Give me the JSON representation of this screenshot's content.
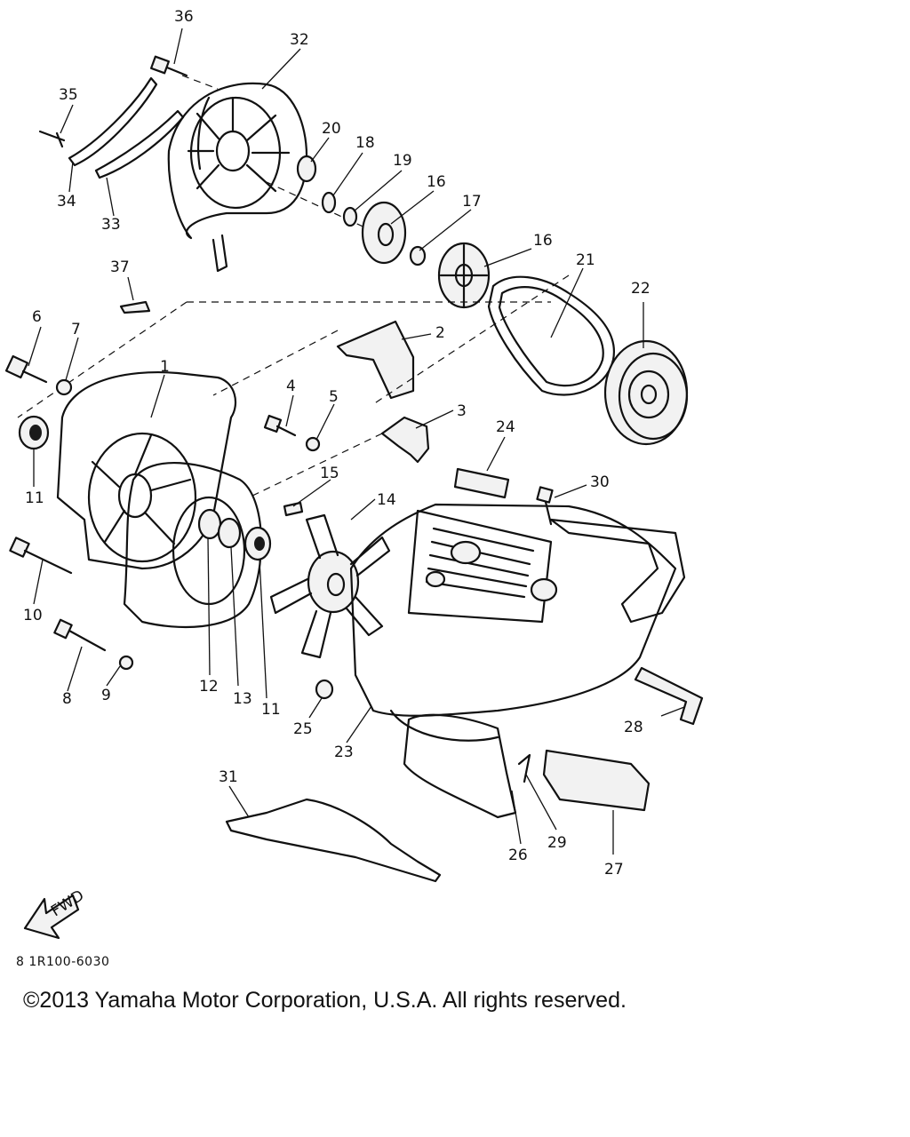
{
  "diagram": {
    "callouts": [
      {
        "id": "36",
        "label": "36"
      },
      {
        "id": "32",
        "label": "32"
      },
      {
        "id": "35",
        "label": "35"
      },
      {
        "id": "20",
        "label": "20"
      },
      {
        "id": "18",
        "label": "18"
      },
      {
        "id": "19",
        "label": "19"
      },
      {
        "id": "16a",
        "label": "16"
      },
      {
        "id": "17",
        "label": "17"
      },
      {
        "id": "16b",
        "label": "16"
      },
      {
        "id": "34",
        "label": "34"
      },
      {
        "id": "33",
        "label": "33"
      },
      {
        "id": "21",
        "label": "21"
      },
      {
        "id": "22",
        "label": "22"
      },
      {
        "id": "37",
        "label": "37"
      },
      {
        "id": "6",
        "label": "6"
      },
      {
        "id": "7",
        "label": "7"
      },
      {
        "id": "2",
        "label": "2"
      },
      {
        "id": "1",
        "label": "1"
      },
      {
        "id": "4",
        "label": "4"
      },
      {
        "id": "5",
        "label": "5"
      },
      {
        "id": "3",
        "label": "3"
      },
      {
        "id": "24",
        "label": "24"
      },
      {
        "id": "11a",
        "label": "11"
      },
      {
        "id": "15",
        "label": "15"
      },
      {
        "id": "14",
        "label": "14"
      },
      {
        "id": "30",
        "label": "30"
      },
      {
        "id": "10",
        "label": "10"
      },
      {
        "id": "8",
        "label": "8"
      },
      {
        "id": "9",
        "label": "9"
      },
      {
        "id": "12",
        "label": "12"
      },
      {
        "id": "13",
        "label": "13"
      },
      {
        "id": "11b",
        "label": "11"
      },
      {
        "id": "25",
        "label": "25"
      },
      {
        "id": "23",
        "label": "23"
      },
      {
        "id": "28",
        "label": "28"
      },
      {
        "id": "31",
        "label": "31"
      },
      {
        "id": "26",
        "label": "26"
      },
      {
        "id": "29",
        "label": "29"
      },
      {
        "id": "27",
        "label": "27"
      }
    ],
    "fwd_label": "FWD",
    "diagram_code": "8 1R100-6030"
  },
  "footer": {
    "copyright": "©2013 Yamaha Motor Corporation, U.S.A. All rights reserved."
  },
  "colors": {
    "ink": "#111111",
    "background": "#ffffff"
  }
}
